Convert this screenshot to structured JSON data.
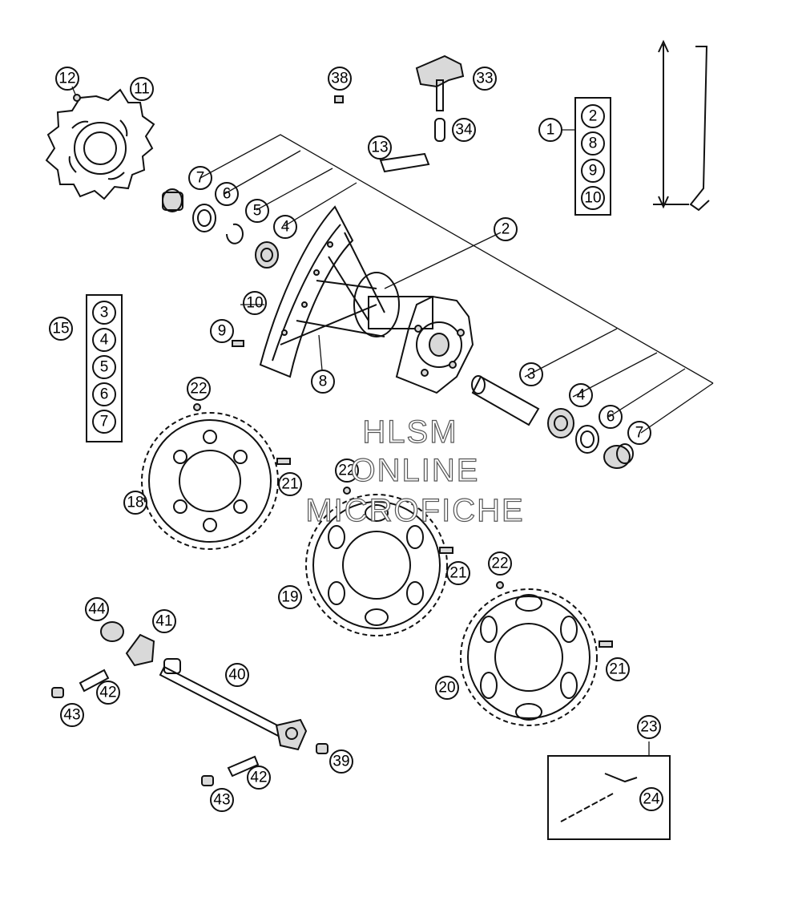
{
  "diagram": {
    "watermark": [
      "HLSM",
      "ONLINE",
      "MICROFICHE"
    ],
    "callouts": {
      "c1": "1",
      "c2_box": "2",
      "c8_box": "8",
      "c9_box": "9",
      "c10_box": "10",
      "c2": "2",
      "c3": "3",
      "c4": "4",
      "c5": "5",
      "c6": "6",
      "c7": "7",
      "c8": "8",
      "c9": "9",
      "c10": "10",
      "c11": "11",
      "c12": "12",
      "c13": "13",
      "c15": "15",
      "c3_box": "3",
      "c4_box": "4",
      "c5_box": "5",
      "c6_box": "6",
      "c7_box": "7",
      "c18": "18",
      "c19": "19",
      "c20": "20",
      "c21a": "21",
      "c21b": "21",
      "c21c": "21",
      "c22a": "22",
      "c22b": "22",
      "c22c": "22",
      "c23": "23",
      "c24": "24",
      "c33": "33",
      "c34": "34",
      "c38": "38",
      "c39": "39",
      "c40": "40",
      "c41": "41",
      "c42a": "42",
      "c42b": "42",
      "c43a": "43",
      "c43b": "43",
      "c44": "44",
      "c3r": "3",
      "c4r": "4",
      "c6r": "6",
      "c7r": "7"
    }
  }
}
